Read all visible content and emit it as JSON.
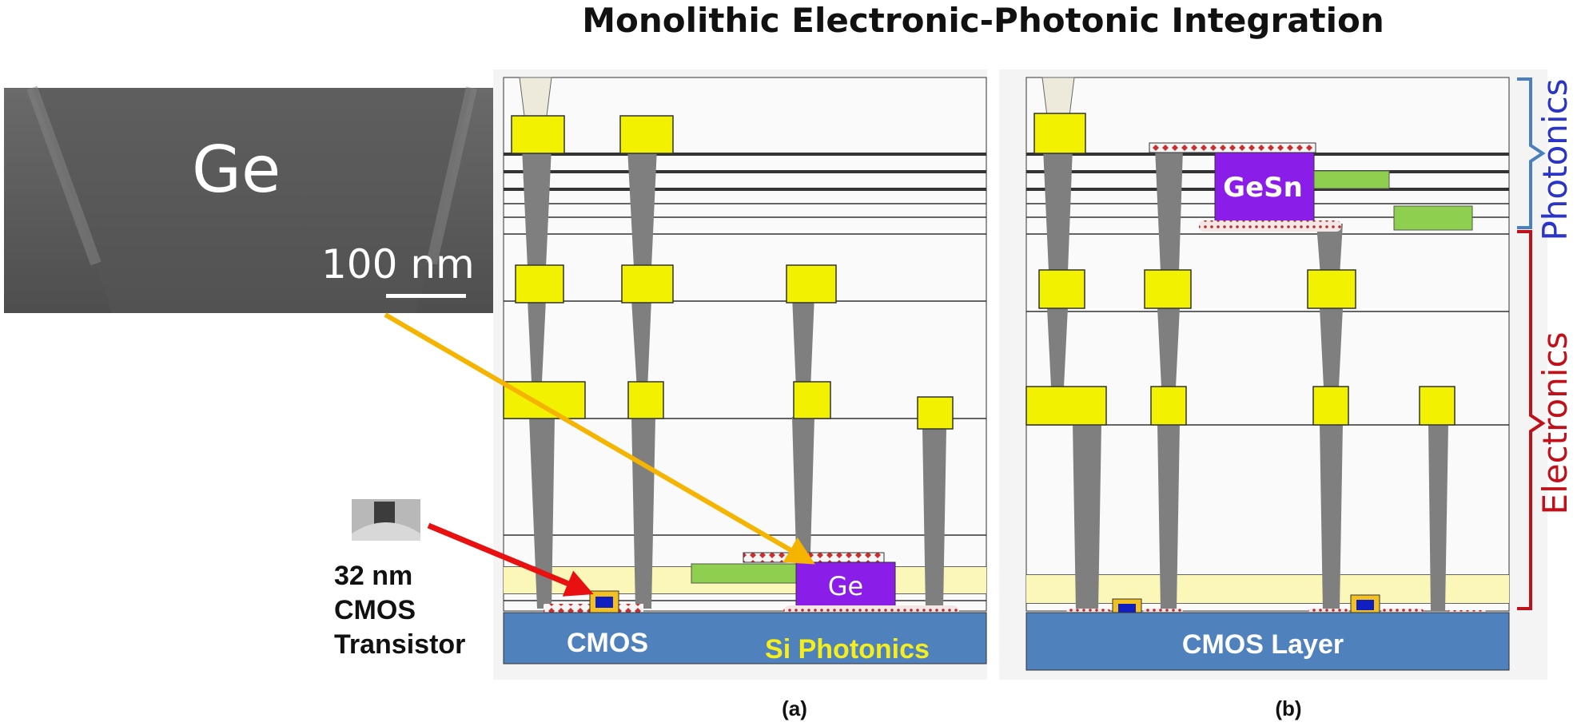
{
  "title": "Monolithic Electronic-Photonic Integration",
  "sem_image": {
    "label": "Ge",
    "scale_bar": "100 nm"
  },
  "transistor_label": {
    "line1": "32 nm",
    "line2": "CMOS",
    "line3": "Transistor"
  },
  "panel_a": {
    "base_left": "CMOS",
    "base_right": "Si Photonics",
    "device": "Ge",
    "caption": "(a)"
  },
  "panel_b": {
    "base": "CMOS Layer",
    "device": "GeSn",
    "caption": "(b)"
  },
  "side_labels": {
    "photonics": "Photonics",
    "electronics": "Electronics"
  },
  "colors": {
    "cmos_base": "#4f81bd",
    "metal_pad": "#f2f200",
    "via": "#7f7f7f",
    "waveguide": "#8fcf4f",
    "ge_device": "#8a1ee8",
    "photonics_bracket": "#4a7fc0",
    "electronics_bracket": "#c0101a",
    "arrow_sem": "#f4b400",
    "arrow_transistor": "#e81010"
  }
}
